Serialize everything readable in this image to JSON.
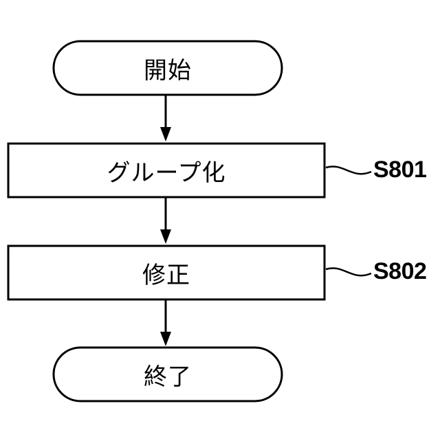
{
  "flowchart": {
    "start": {
      "label": "開始"
    },
    "steps": [
      {
        "label": "グループ化",
        "id": "S801"
      },
      {
        "label": "修正",
        "id": "S802"
      }
    ],
    "end": {
      "label": "終了"
    }
  }
}
